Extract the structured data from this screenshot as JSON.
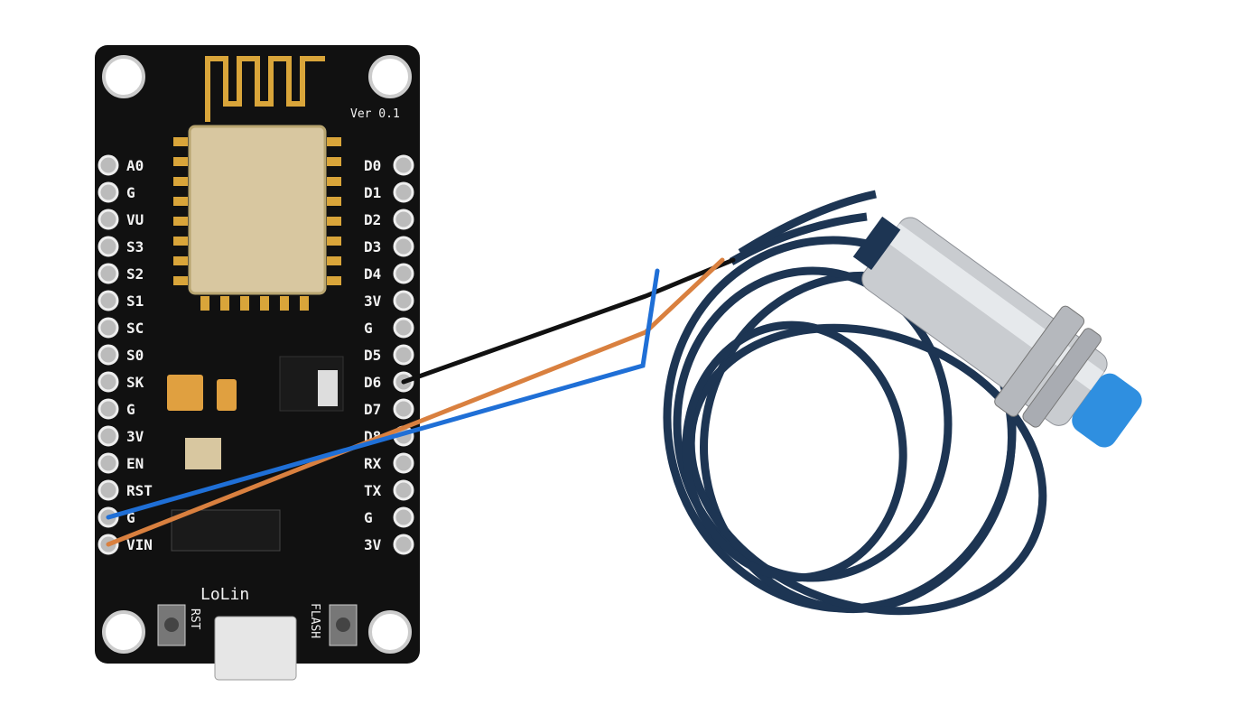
{
  "board": {
    "version_label": "Ver 0.1",
    "brand_label": "LoLin",
    "rst_button_label": "RST",
    "flash_button_label": "FLASH",
    "left_pins": [
      "A0",
      "G",
      "VU",
      "S3",
      "S2",
      "S1",
      "SC",
      "S0",
      "SK",
      "G",
      "3V",
      "EN",
      "RST",
      "G",
      "VIN"
    ],
    "right_pins": [
      "D0",
      "D1",
      "D2",
      "D3",
      "D4",
      "3V",
      "G",
      "D5",
      "D6",
      "D7",
      "D8",
      "RX",
      "TX",
      "G",
      "3V"
    ]
  },
  "wires": [
    {
      "color": "#111111",
      "from_pin": "D6"
    },
    {
      "color": "#d9803f",
      "from_pin": "VIN"
    },
    {
      "color": "#1f6fd6",
      "from_pin": "G"
    }
  ],
  "colors": {
    "board": "#111111",
    "cable": "#1d3553",
    "sensor_cap": "#2f8fe0",
    "module": "#d8c7a0"
  }
}
